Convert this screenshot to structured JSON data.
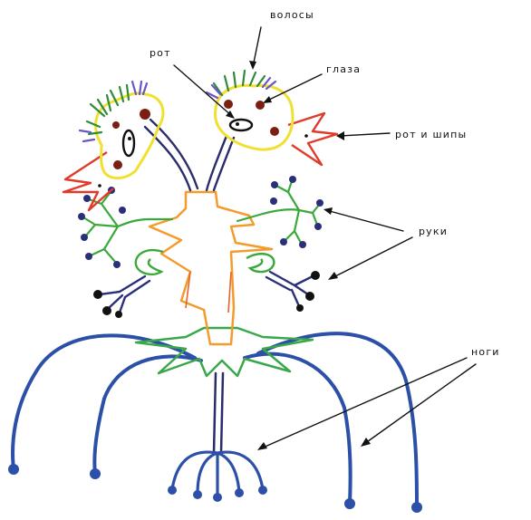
{
  "labels": {
    "hair": "волосы",
    "mouth": "рот",
    "eyes": "глаза",
    "mouth_and_spikes": "рот и шипы",
    "arms": "руки",
    "legs": "ноги"
  },
  "colors": {
    "background": "#ffffff",
    "ink": "#111111",
    "head_outline": "#f0e030",
    "eye": "#7a1f12",
    "hair_green": "#2e8b3a",
    "hair_purple": "#6a55c8",
    "spikes": "#e03a2a",
    "neck": "#2a2d6a",
    "torso_orange": "#f39b2c",
    "arm_green": "#3aa83a",
    "hand_blue": "#2a2f7a",
    "claw_black": "#111111",
    "pelvis_green": "#3aa84a",
    "leg_blue": "#2c4fa8"
  }
}
